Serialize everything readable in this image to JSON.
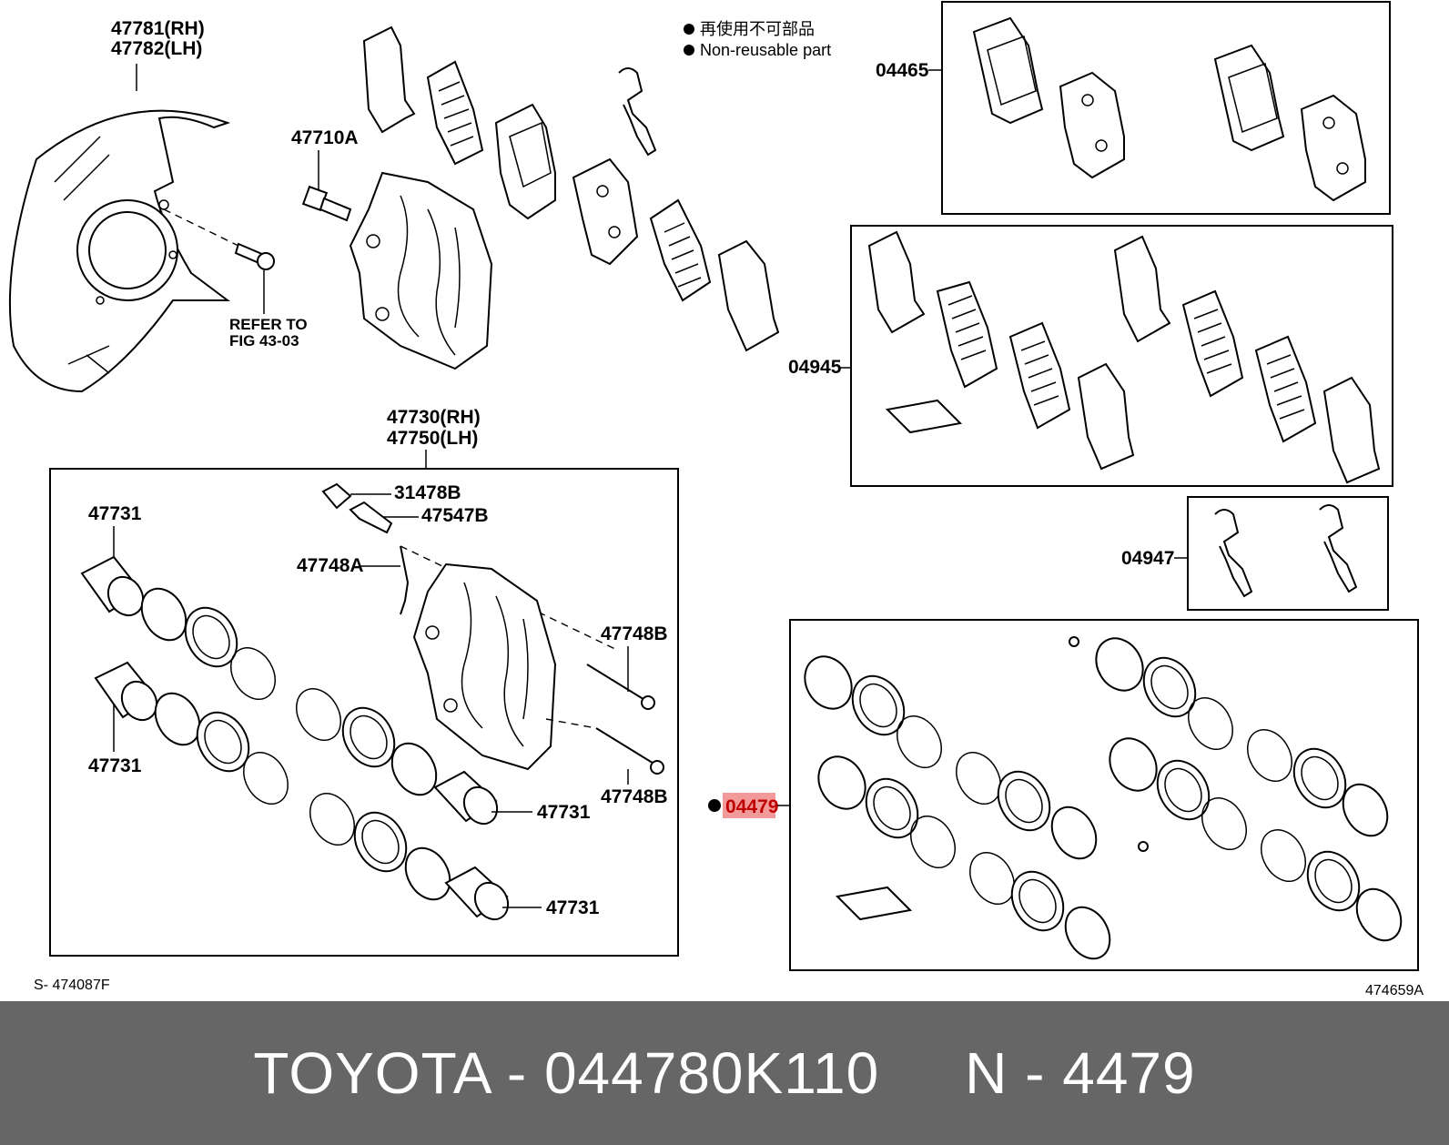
{
  "labels": {
    "shield_rh": "47781(RH)",
    "shield_lh": "47782(LH)",
    "bolt": "47710A",
    "refer_line1": "REFER TO",
    "refer_line2": "FIG 43-03",
    "caliper_rh": "47730(RH)",
    "caliper_lh": "47750(LH)",
    "piston_top": "47731",
    "piston_left_bottom": "47731",
    "piston_mid": "47731",
    "piston_bottom": "47731",
    "bleeder_cap": "31478B",
    "bleeder_plug": "47547B",
    "pin_clip": "47748A",
    "pin_top": "47748B",
    "pin_bottom": "47748B",
    "pad_kit_a": "04465",
    "pad_kit_b": "04945",
    "spring_kit": "04947",
    "seal_kit": "04479"
  },
  "legend": {
    "japanese": "再使用不可部品",
    "english": "Non-reusable part"
  },
  "codes": {
    "left": "S- 474087F",
    "right": "474659A"
  },
  "footer": {
    "text": "TOYOTA - 044780K110     N - 4479"
  },
  "colors": {
    "highlight": "#f29a9a",
    "footer_bg": "#666666",
    "footer_text": "#ffffff"
  }
}
